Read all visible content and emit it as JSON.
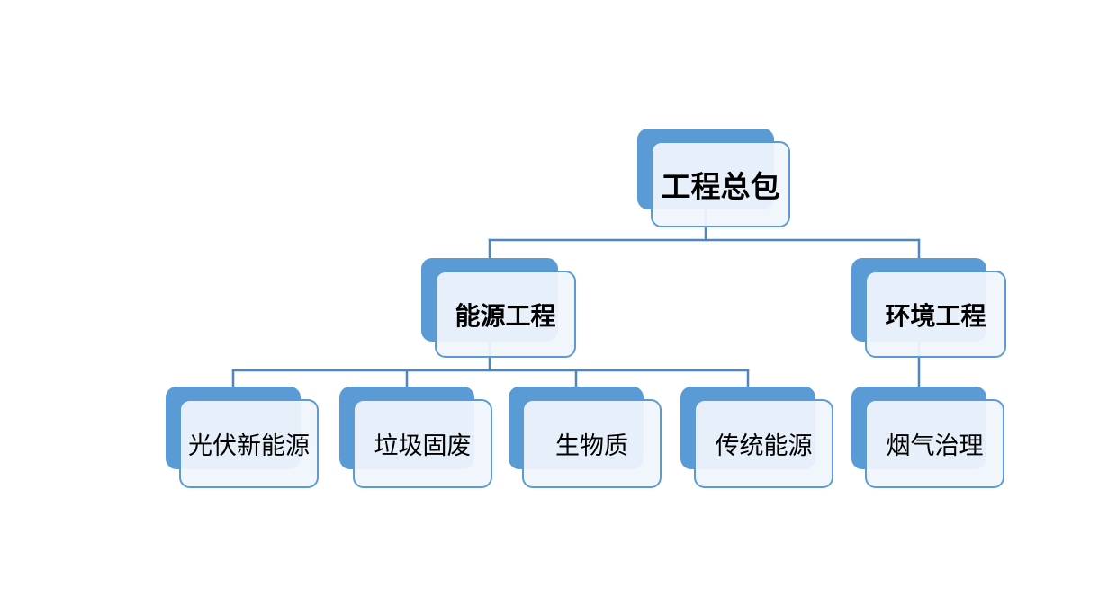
{
  "theme": {
    "background": "#FFFFFF",
    "accent": "#5B9BD5",
    "card_border": "#5B9BD5",
    "card_fill": "rgba(240,245,252,0.94)",
    "connector": "#4E86BE",
    "text_color": "#000000"
  },
  "tree": {
    "label": "工程总包",
    "children": [
      {
        "label": "能源工程",
        "children": [
          {
            "label": "光伏新能源"
          },
          {
            "label": "垃圾固废"
          },
          {
            "label": "生物质"
          },
          {
            "label": "传统能源"
          }
        ]
      },
      {
        "label": "环境工程",
        "children": [
          {
            "label": "烟气治理"
          }
        ]
      }
    ]
  }
}
